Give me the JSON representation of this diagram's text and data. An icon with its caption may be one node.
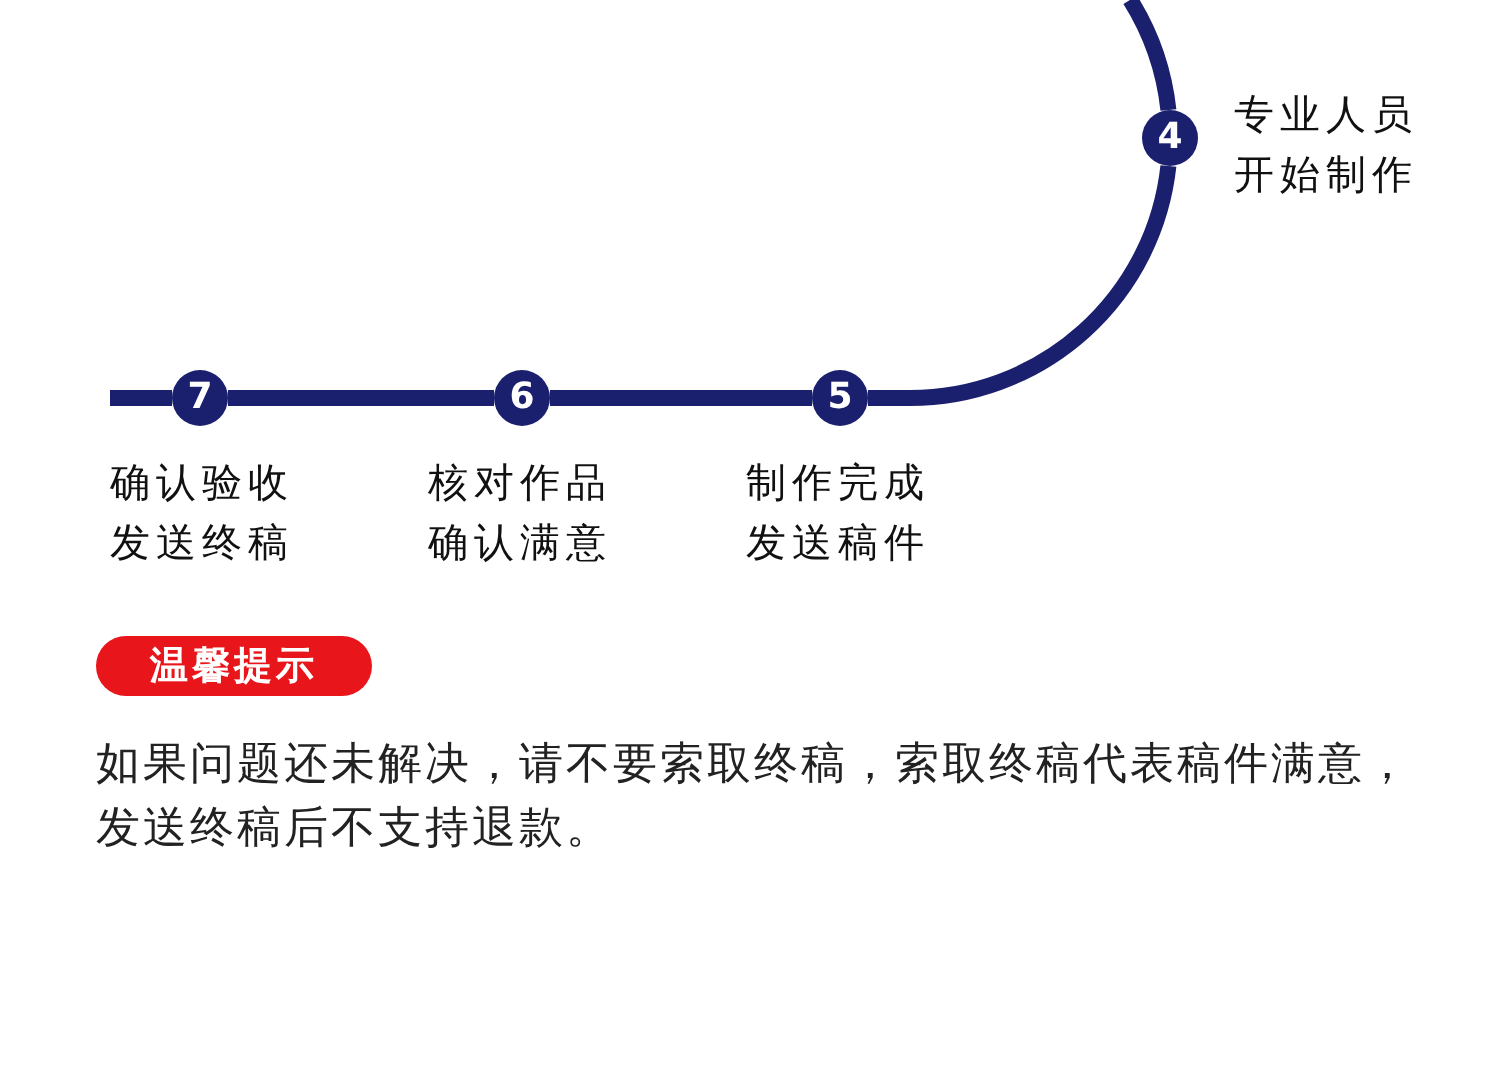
{
  "diagram": {
    "nodes": [
      {
        "text": [
          "4"
        ],
        "beside": [
          "专业人员开始制作"
        ]
      },
      {
        "text": [
          "5"
        ],
        "beside": [
          "制作完成发送稿件"
        ]
      },
      {
        "text": [
          "6"
        ],
        "beside": [
          "核对作品确认满意"
        ]
      },
      {
        "text": [
          "7"
        ],
        "beside": [
          "确认验收发送终稿"
        ]
      },
      {
        "text": [
          "温馨提示"
        ]
      }
    ],
    "edges": [
      {
        "from": null,
        "to": 0,
        "arrow": "none"
      },
      {
        "from": 0,
        "to": 1,
        "arrow": "none"
      },
      {
        "from": 1,
        "to": 2,
        "arrow": "none"
      },
      {
        "from": 2,
        "to": 3,
        "arrow": "none"
      },
      {
        "from": 3,
        "to": null,
        "arrow": "none"
      }
    ],
    "labels": [
      "如果问题还未解决，请不要索取终稿，索取终稿代表稿件满意，发送终稿后不支持退款。"
    ]
  }
}
